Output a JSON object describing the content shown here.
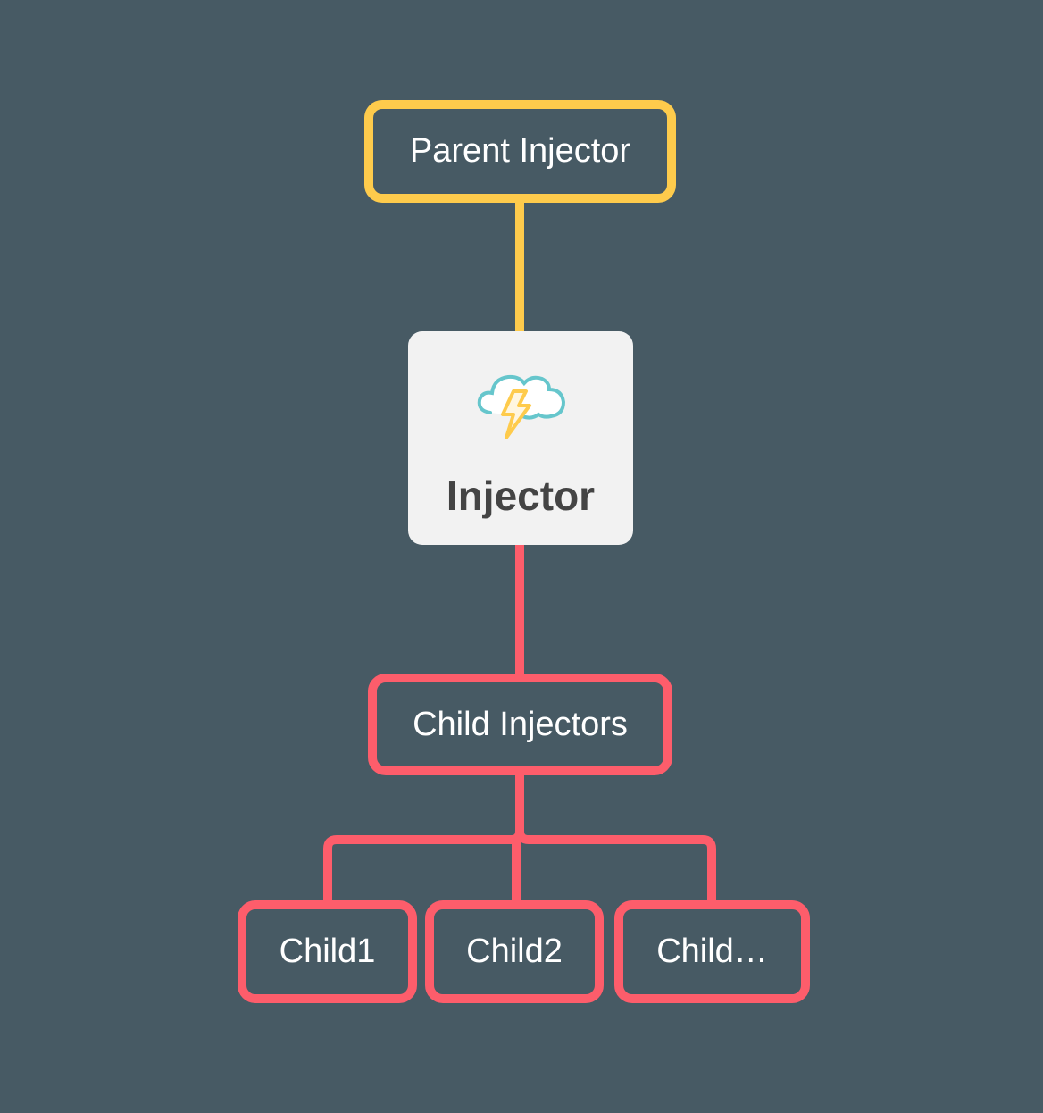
{
  "parent": {
    "label": "Parent Injector"
  },
  "injector": {
    "label": "Injector",
    "icon": "cloud-lightning-icon"
  },
  "child_group": {
    "label": "Child Injectors"
  },
  "children": [
    {
      "label": "Child1"
    },
    {
      "label": "Child2"
    },
    {
      "label": "Child…"
    }
  ],
  "colors": {
    "background": "#475a64",
    "parent": "#fecb4c",
    "children": "#fd5d6b",
    "card": "#f2f2f2"
  }
}
